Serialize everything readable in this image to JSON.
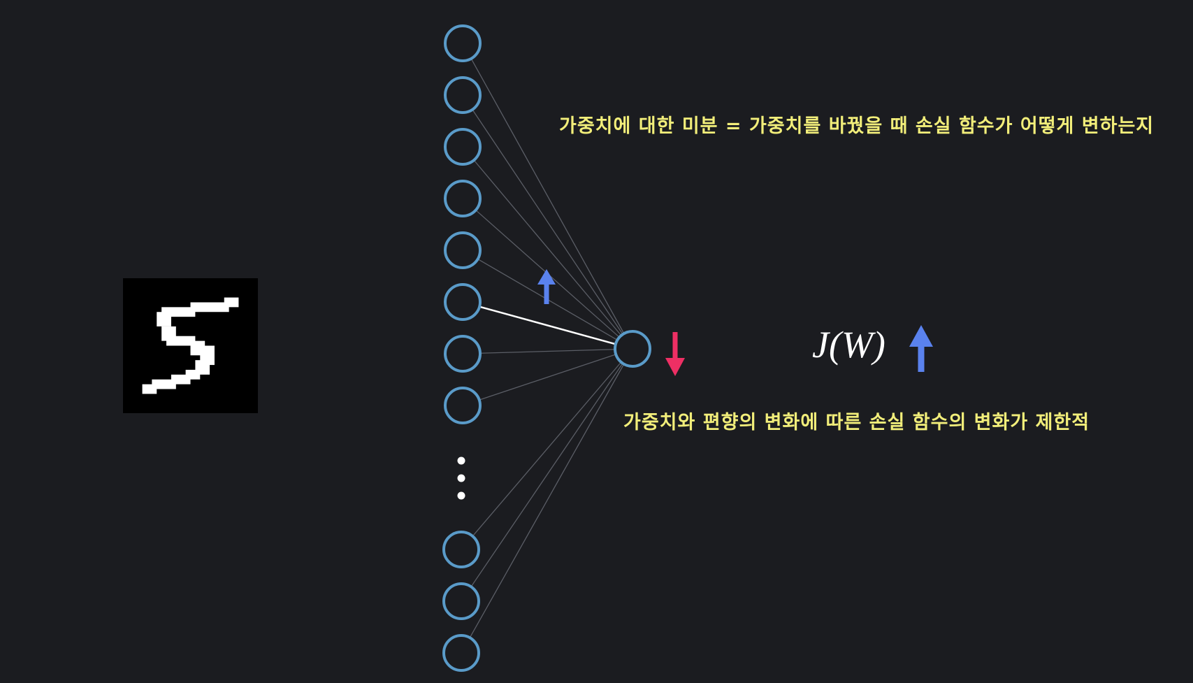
{
  "captions": {
    "top": "가중치에 대한 미분 = 가중치를 바꿨을 때 손실 함수가 어떻게 변하는지",
    "bottom": "가중치와 편향의 변화에 따른 손실 함수의 변화가 제한적"
  },
  "loss_label": "J(W)",
  "network": {
    "visible_input_nodes": 11,
    "ellipsis": "⋮",
    "highlighted_input_index": 5
  },
  "input_image": {
    "digit": "5"
  },
  "colors": {
    "background": "#1b1c20",
    "node_stroke": "#5a9bc9",
    "caption_text": "#f2ee7a",
    "arrow_up": "#5a82ee",
    "arrow_down": "#ee2f64",
    "highlight_edge": "#ffffff",
    "edge": "#5b5e66"
  },
  "arrows": {
    "weight_change": "up",
    "output_change": "down",
    "loss_change": "up"
  }
}
